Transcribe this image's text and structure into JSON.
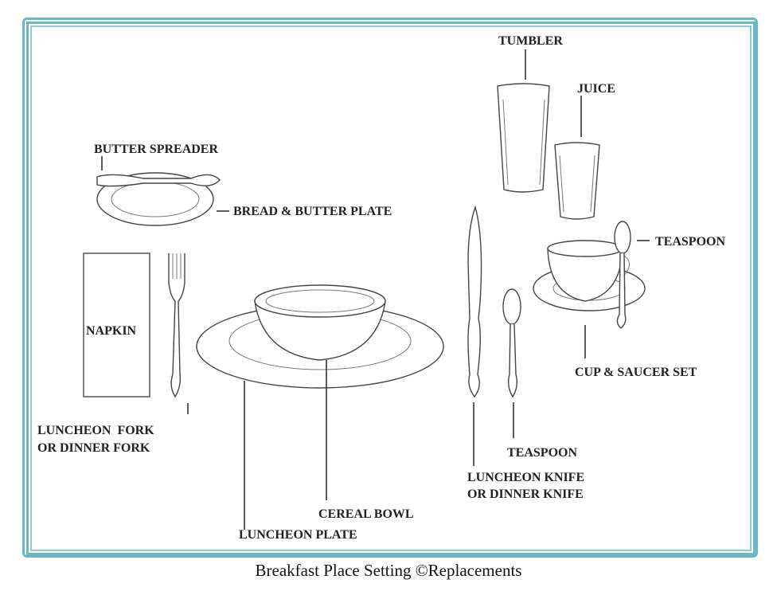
{
  "labels": {
    "tumbler": "TUMBLER",
    "juice": "JUICE",
    "butter_spreader": "BUTTER SPREADER",
    "bread_butter_plate": "BREAD & BUTTER PLATE",
    "teaspoon_cup": "TEASPOON",
    "napkin": "NAPKIN",
    "cup_saucer": "CUP & SAUCER SET",
    "fork_line1": "LUNCHEON  FORK",
    "fork_line2": "OR DINNER FORK",
    "teaspoon": "TEASPOON",
    "knife_line1": "LUNCHEON KNIFE",
    "knife_line2": "OR DINNER KNIFE",
    "cereal_bowl": "CEREAL BOWL",
    "luncheon_plate": "LUNCHEON PLATE"
  },
  "caption": "Breakfast Place Setting ©Replacements",
  "colors": {
    "frame": "#6db6c6"
  }
}
